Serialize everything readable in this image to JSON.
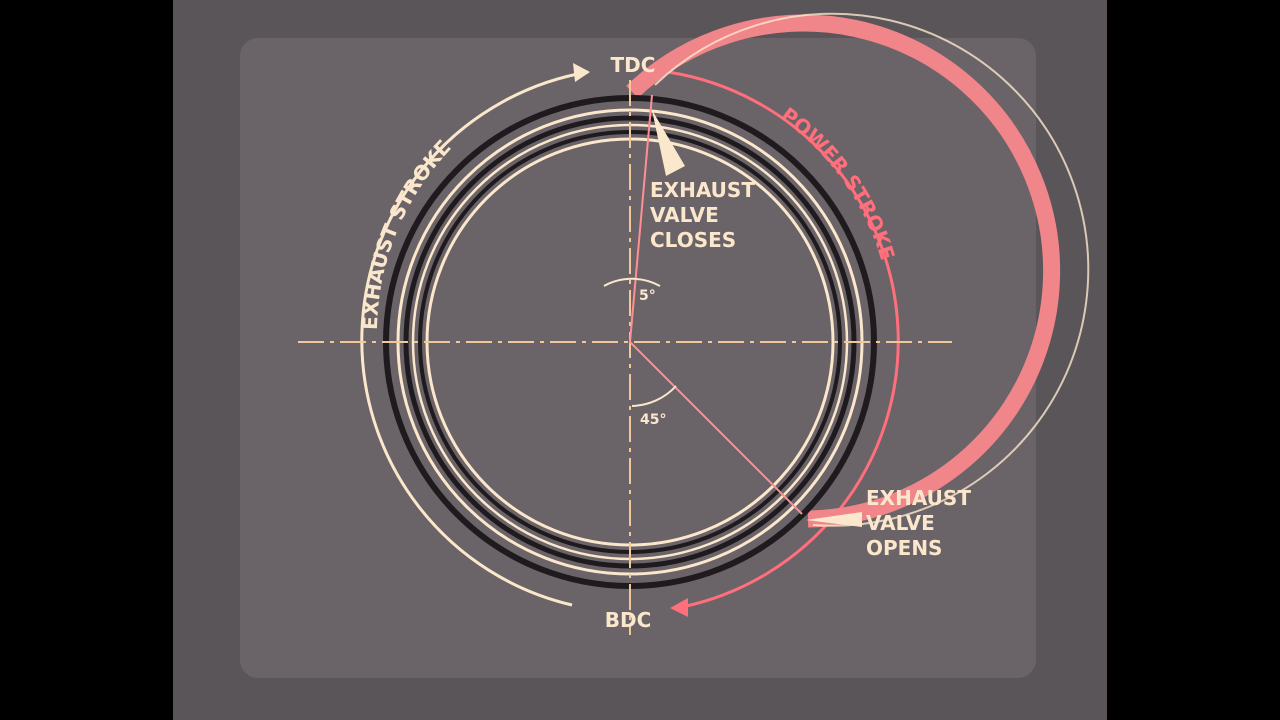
{
  "diagram": {
    "top_label": "TDC",
    "bottom_label": "BDC",
    "left_arc_label": "EXHAUST STROKE",
    "right_arc_label": "POWER STROKE",
    "closes_label": [
      "EXHAUST",
      "VALVE",
      "CLOSES"
    ],
    "opens_label": [
      "EXHAUST",
      "VALVE",
      "OPENS"
    ],
    "closes_angle": "5°",
    "opens_angle": "45°",
    "colors": {
      "cream": "#fbe7cc",
      "red": "#ff6f7c",
      "pink_band": "#f0858a",
      "dark_ring": "#1e1a1e",
      "background": "#6a6368"
    }
  }
}
